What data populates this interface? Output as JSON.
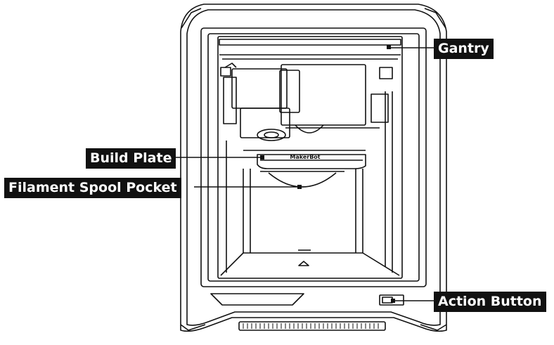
{
  "callouts": {
    "gantry": "Gantry",
    "build_plate": "Build Plate",
    "filament_spool_pocket": "Filament Spool Pocket",
    "action_button": "Action Button"
  },
  "brand_text": "MakerBot",
  "colors": {
    "line": "#111111",
    "label_bg": "#111111",
    "label_text": "#ffffff",
    "background": "#ffffff"
  }
}
